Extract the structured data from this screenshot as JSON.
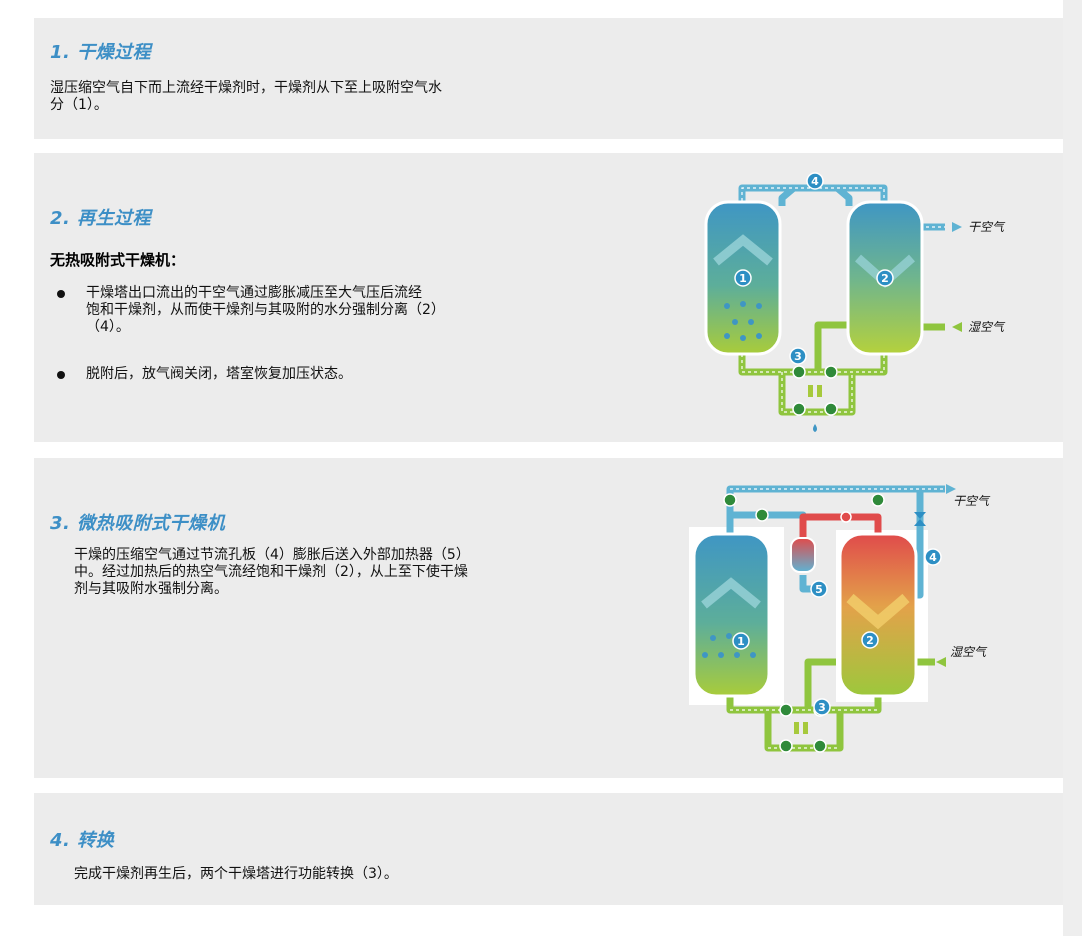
{
  "sections": [
    {
      "heading": "1. 干燥过程",
      "body_line1": "湿压缩空气自下而上流经干燥剂时，干燥剂从下至上吸附空气水",
      "body_line2": "分（1）。"
    },
    {
      "heading": "2. 再生过程",
      "subheading": "无热吸附式干燥机：",
      "bullets": [
        {
          "line1": "干燥塔出口流出的干空气通过膨胀减压至大气压后流经",
          "line2": "饱和干燥剂，从而使干燥剂与其吸附的水分强制分离（2）",
          "line3": "（4）。"
        },
        {
          "line1": "脱附后，放气阀关闭，塔室恢复加压状态。"
        }
      ],
      "diagram": {
        "dry_air_label": "干空气",
        "wet_air_label": "湿空气",
        "markers": [
          "1",
          "2",
          "3",
          "4"
        ]
      }
    },
    {
      "heading": "3. 微热吸附式干燥机",
      "body_line1": "干燥的压缩空气通过节流孔板（4）膨胀后送入外部加热器（5）",
      "body_line2": "中。经过加热后的热空气流经饱和干燥剂（2），从上至下使干燥",
      "body_line3": "剂与其吸附水强制分离。",
      "diagram": {
        "dry_air_label": "干空气",
        "wet_air_label": "湿空气",
        "markers": [
          "1",
          "2",
          "3",
          "4",
          "5"
        ]
      }
    },
    {
      "heading": "4. 转换",
      "body_line1": "完成干燥剂再生后，两个干燥塔进行功能转换（3）。"
    }
  ],
  "colors": {
    "panel_bg": "#ececec",
    "heading_blue": "#3d8fc6",
    "pipe_blue": "#5fb3d3",
    "pipe_green": "#8fc53e",
    "pipe_red": "#e04b4b",
    "marker_blue": "#2d8fc4",
    "valve_green": "#2f8a3a"
  }
}
